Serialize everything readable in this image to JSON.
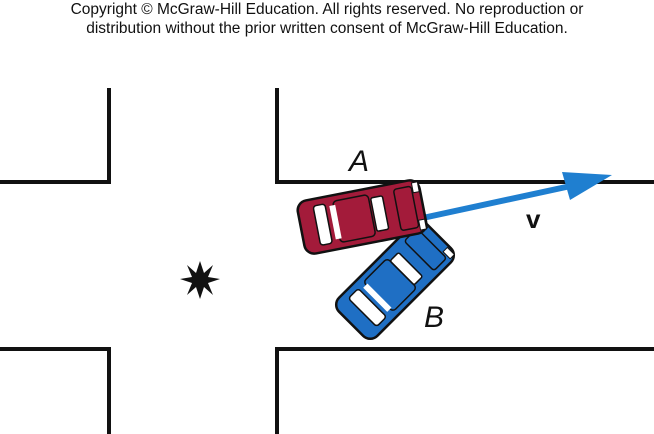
{
  "copyright": {
    "line1": "Copyright © McGraw-Hill Education.  All rights reserved. No reproduction or",
    "line2": "distribution without the prior written consent of McGraw-Hill Education."
  },
  "labels": {
    "car_a": "A",
    "car_b": "B",
    "velocity": "v"
  },
  "colors": {
    "car_a": "#a31b3a",
    "car_b": "#1f6fc4",
    "velocity_arrow": "#1f7fd0",
    "street_lines": "#111111"
  },
  "icons": {
    "impact_point": "star-burst-icon"
  }
}
